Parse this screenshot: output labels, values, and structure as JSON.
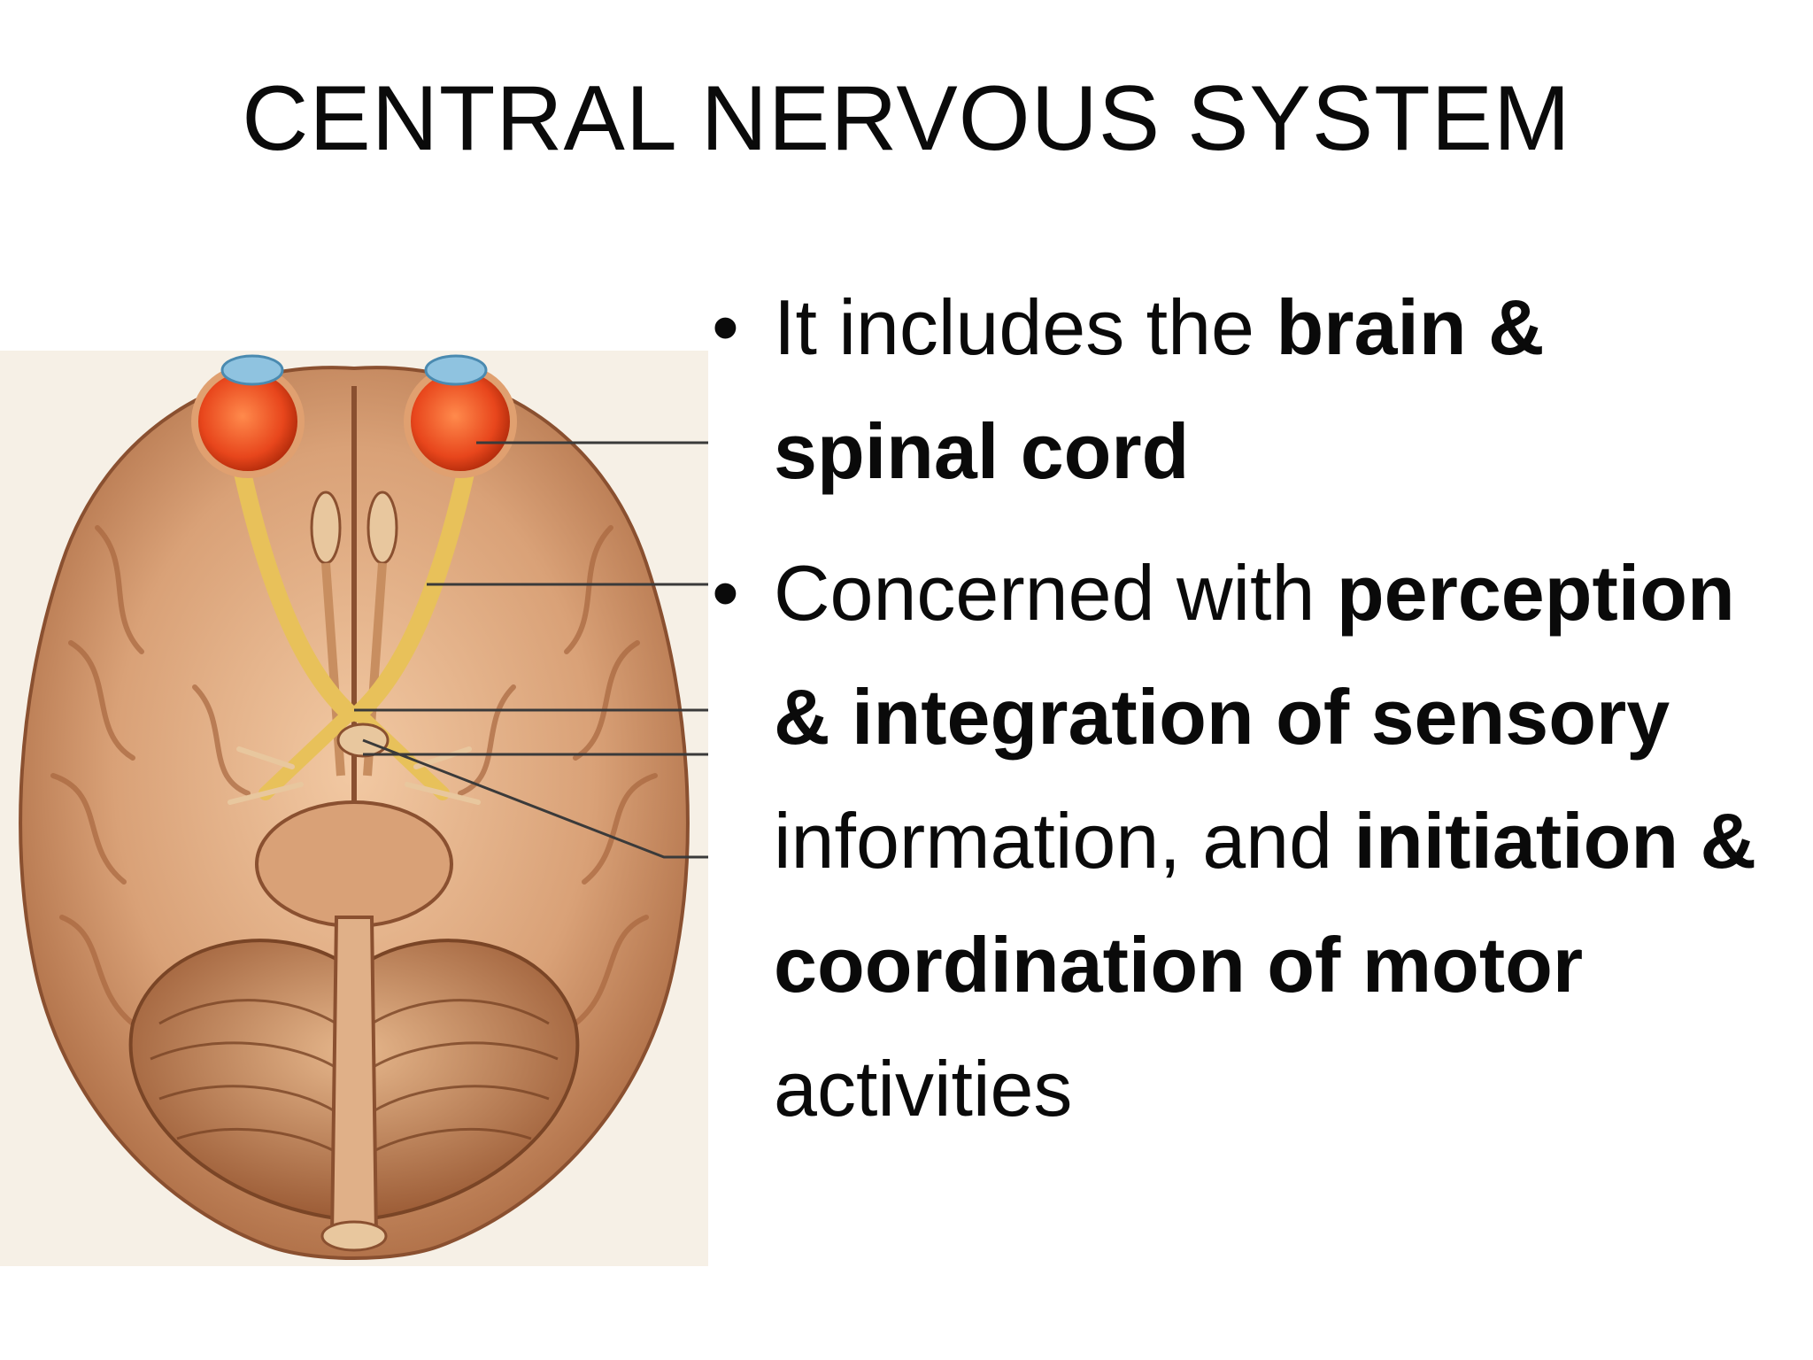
{
  "slide": {
    "title": "CENTRAL NERVOUS SYSTEM"
  },
  "figure": {
    "name": "brain inferior view illustration",
    "background": "#f6f0e6",
    "colors": {
      "brain": "#d9a177",
      "brain_shadow": "#a8673f",
      "eye": "#e8461c",
      "cornea": "#8fc3e0",
      "optic_nerve": "#e8c15a",
      "leader_line": "#3a3a3a"
    }
  },
  "bullets": [
    {
      "segments": [
        {
          "text": "It includes the ",
          "bold": false
        },
        {
          "text": "brain & spinal cord",
          "bold": true
        }
      ]
    },
    {
      "segments": [
        {
          "text": "Concerned with ",
          "bold": false
        },
        {
          "text": "perception & integration of sensory",
          "bold": true
        },
        {
          "text": " information, and ",
          "bold": false
        },
        {
          "text": "initiation & coordination of motor",
          "bold": true
        },
        {
          "text": " activities",
          "bold": false
        }
      ]
    }
  ],
  "icons": {
    "bullet": "•"
  }
}
